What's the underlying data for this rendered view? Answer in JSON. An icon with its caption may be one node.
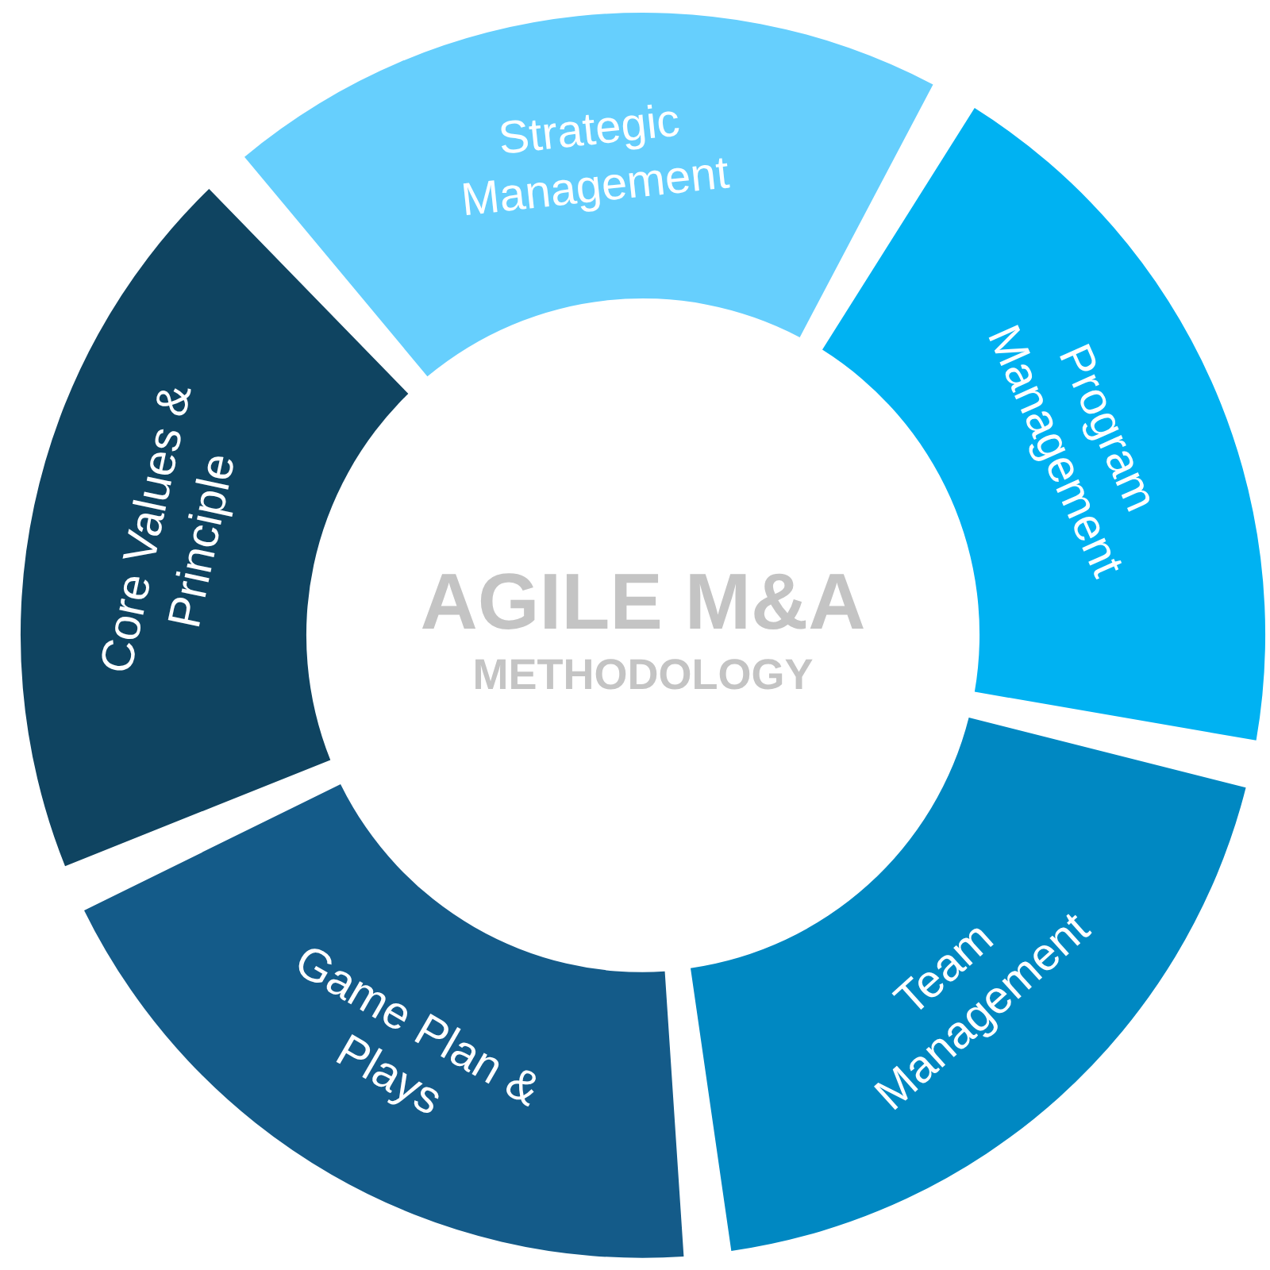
{
  "diagram": {
    "nodes": [
      {
        "text": [
          "Strategic Management"
        ]
      },
      {
        "text": [
          "Program Management"
        ]
      },
      {
        "text": [
          "Team Management"
        ]
      },
      {
        "text": [
          "Game Plan & Plays"
        ]
      },
      {
        "text": [
          "Core Values & Principle"
        ]
      },
      {
        "text": [
          "AGILE M&A",
          "METHODOLOGY"
        ]
      }
    ]
  }
}
